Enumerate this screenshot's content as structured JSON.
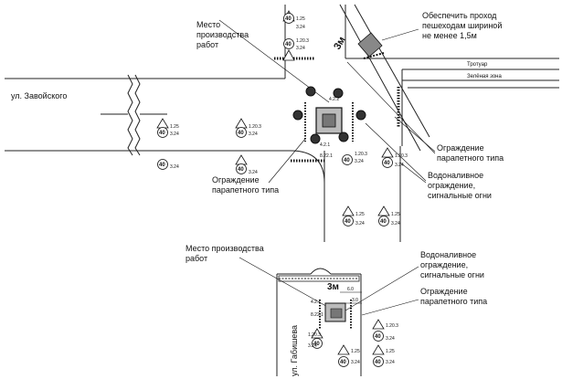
{
  "streets": {
    "zavoisky": "ул. Завойского",
    "gabishev": "ул. Габишева"
  },
  "areas": {
    "sidewalk": "Тротуар",
    "green_zone": "Зелёная зона"
  },
  "callouts": {
    "work_site_top_l1": "Место",
    "work_site_top_l2": "производства",
    "work_site_top_l3": "работ",
    "pedestrian_l1": "Обеспечить проход",
    "pedestrian_l2": "пешеходам шириной",
    "pedestrian_l3": "не менее 1,5м",
    "parapet_right_l1": "Ограждение",
    "parapet_right_l2": "парапетного типа",
    "water_mid_l1": "Водоналивное",
    "water_mid_l2": "ограждение,",
    "water_mid_l3": "сигнальные огни",
    "parapet_left_l1": "Ограждение",
    "parapet_left_l2": "парапетного типа",
    "work_site_bottom_l1": "Место производства",
    "work_site_bottom_l2": "работ",
    "water_bottom_l1": "Водоналивное",
    "water_bottom_l2": "ограждение,",
    "water_bottom_l3": "сигнальные огни",
    "parapet_bottom_l1": "Ограждение",
    "parapet_bottom_l2": "парапетного типа"
  },
  "dimensions": {
    "top_distance": "3м",
    "bottom_distance": "3м",
    "width_6": "6.0",
    "width_3": "3.0"
  },
  "sign_codes": {
    "speed": "40",
    "c_1_25": "1.25",
    "c_1_20_3": "1.20.3",
    "c_3_24": "3.24",
    "c_4_2_1": "4.2.1",
    "c_8_22_1": "8.22.1",
    "c_4_2_2": "4.2.2",
    "c_3_20": "3.20"
  }
}
